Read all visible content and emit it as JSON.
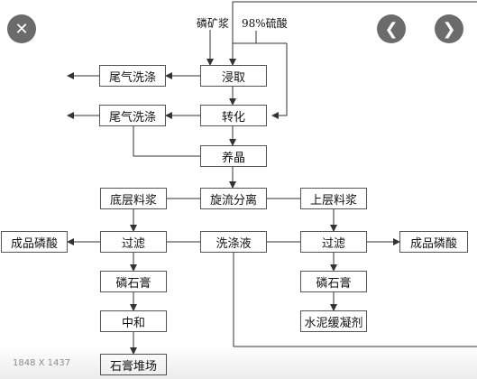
{
  "diagram": {
    "input_phosphate_ore": "磷矿浆",
    "input_sulfuric_acid": "98%硫酸",
    "tail_gas_wash_1": "尾气洗涤",
    "leaching": "浸取",
    "tail_gas_wash_2": "尾气洗涤",
    "conversion": "转化",
    "crystal_growth": "养晶",
    "bottom_slurry": "底层料浆",
    "cyclone_separation": "旋流分离",
    "top_slurry": "上层料浆",
    "product_acid_left": "成品磷酸",
    "filter_left": "过滤",
    "wash_liquid": "洗涤液",
    "filter_right": "过滤",
    "product_acid_right": "成品磷酸",
    "phosphogypsum_left": "磷石膏",
    "phosphogypsum_right": "磷石膏",
    "neutralization": "中和",
    "cement_retarder": "水泥缓凝剂",
    "gypsum_stockpile": "石膏堆场"
  },
  "viewer": {
    "dimensions": "1848 X 1437",
    "close_icon": "close-icon",
    "prev_icon": "chevron-left-icon",
    "next_icon": "chevron-right-icon"
  }
}
